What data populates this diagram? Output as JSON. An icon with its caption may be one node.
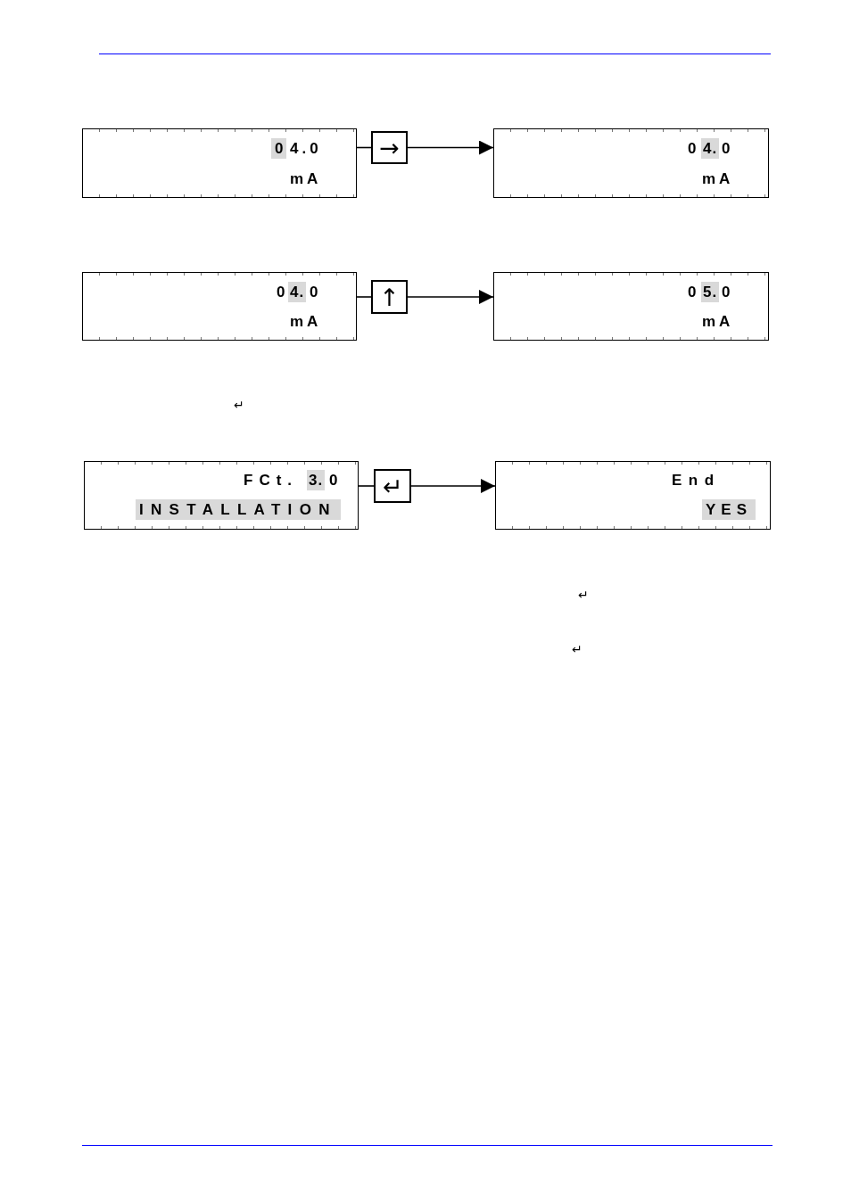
{
  "diagram": {
    "nodes": [
      {
        "text": [
          "0",
          "4.0",
          "mA"
        ]
      },
      {
        "text": [
          "→"
        ]
      },
      {
        "text": [
          "0",
          "4.",
          "0",
          "mA"
        ]
      },
      {
        "text": [
          "0",
          "4.",
          "0",
          "mA"
        ]
      },
      {
        "text": [
          "↑"
        ]
      },
      {
        "text": [
          "0",
          "5.",
          "0",
          "mA"
        ]
      },
      {
        "text": [
          "FCt.",
          "3.",
          "0",
          "INSTALLATION"
        ]
      },
      {
        "text": [
          "↵"
        ]
      },
      {
        "text": [
          "End",
          "YES"
        ]
      }
    ],
    "edges": [
      {
        "from": 0,
        "to": 1,
        "arrow": "none"
      },
      {
        "from": 1,
        "to": 2,
        "arrow": "to"
      },
      {
        "from": 3,
        "to": 4,
        "arrow": "none"
      },
      {
        "from": 4,
        "to": 5,
        "arrow": "to"
      },
      {
        "from": 6,
        "to": 7,
        "arrow": "none"
      },
      {
        "from": 7,
        "to": 8,
        "arrow": "to"
      }
    ],
    "labels": [
      "↵",
      "↵",
      "↵"
    ]
  }
}
